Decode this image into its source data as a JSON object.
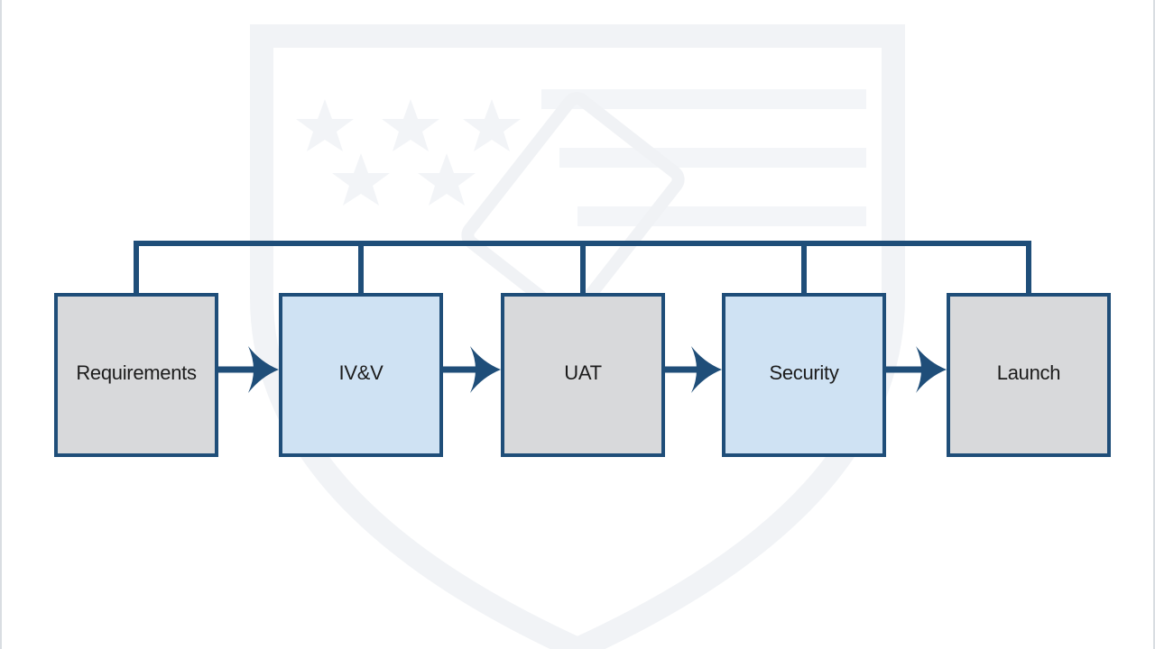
{
  "colors": {
    "stroke": "#1f4e79",
    "box_gray": "#d8d9db",
    "box_blue": "#cfe2f3",
    "watermark": "#eef1f4"
  },
  "icons": {
    "watermark": "shield-star-watermark-icon"
  },
  "stages": [
    {
      "label": "Requirements",
      "fill": "gray"
    },
    {
      "label": "IV&V",
      "fill": "blue"
    },
    {
      "label": "UAT",
      "fill": "gray"
    },
    {
      "label": "Security",
      "fill": "blue"
    },
    {
      "label": "Launch",
      "fill": "gray"
    }
  ]
}
